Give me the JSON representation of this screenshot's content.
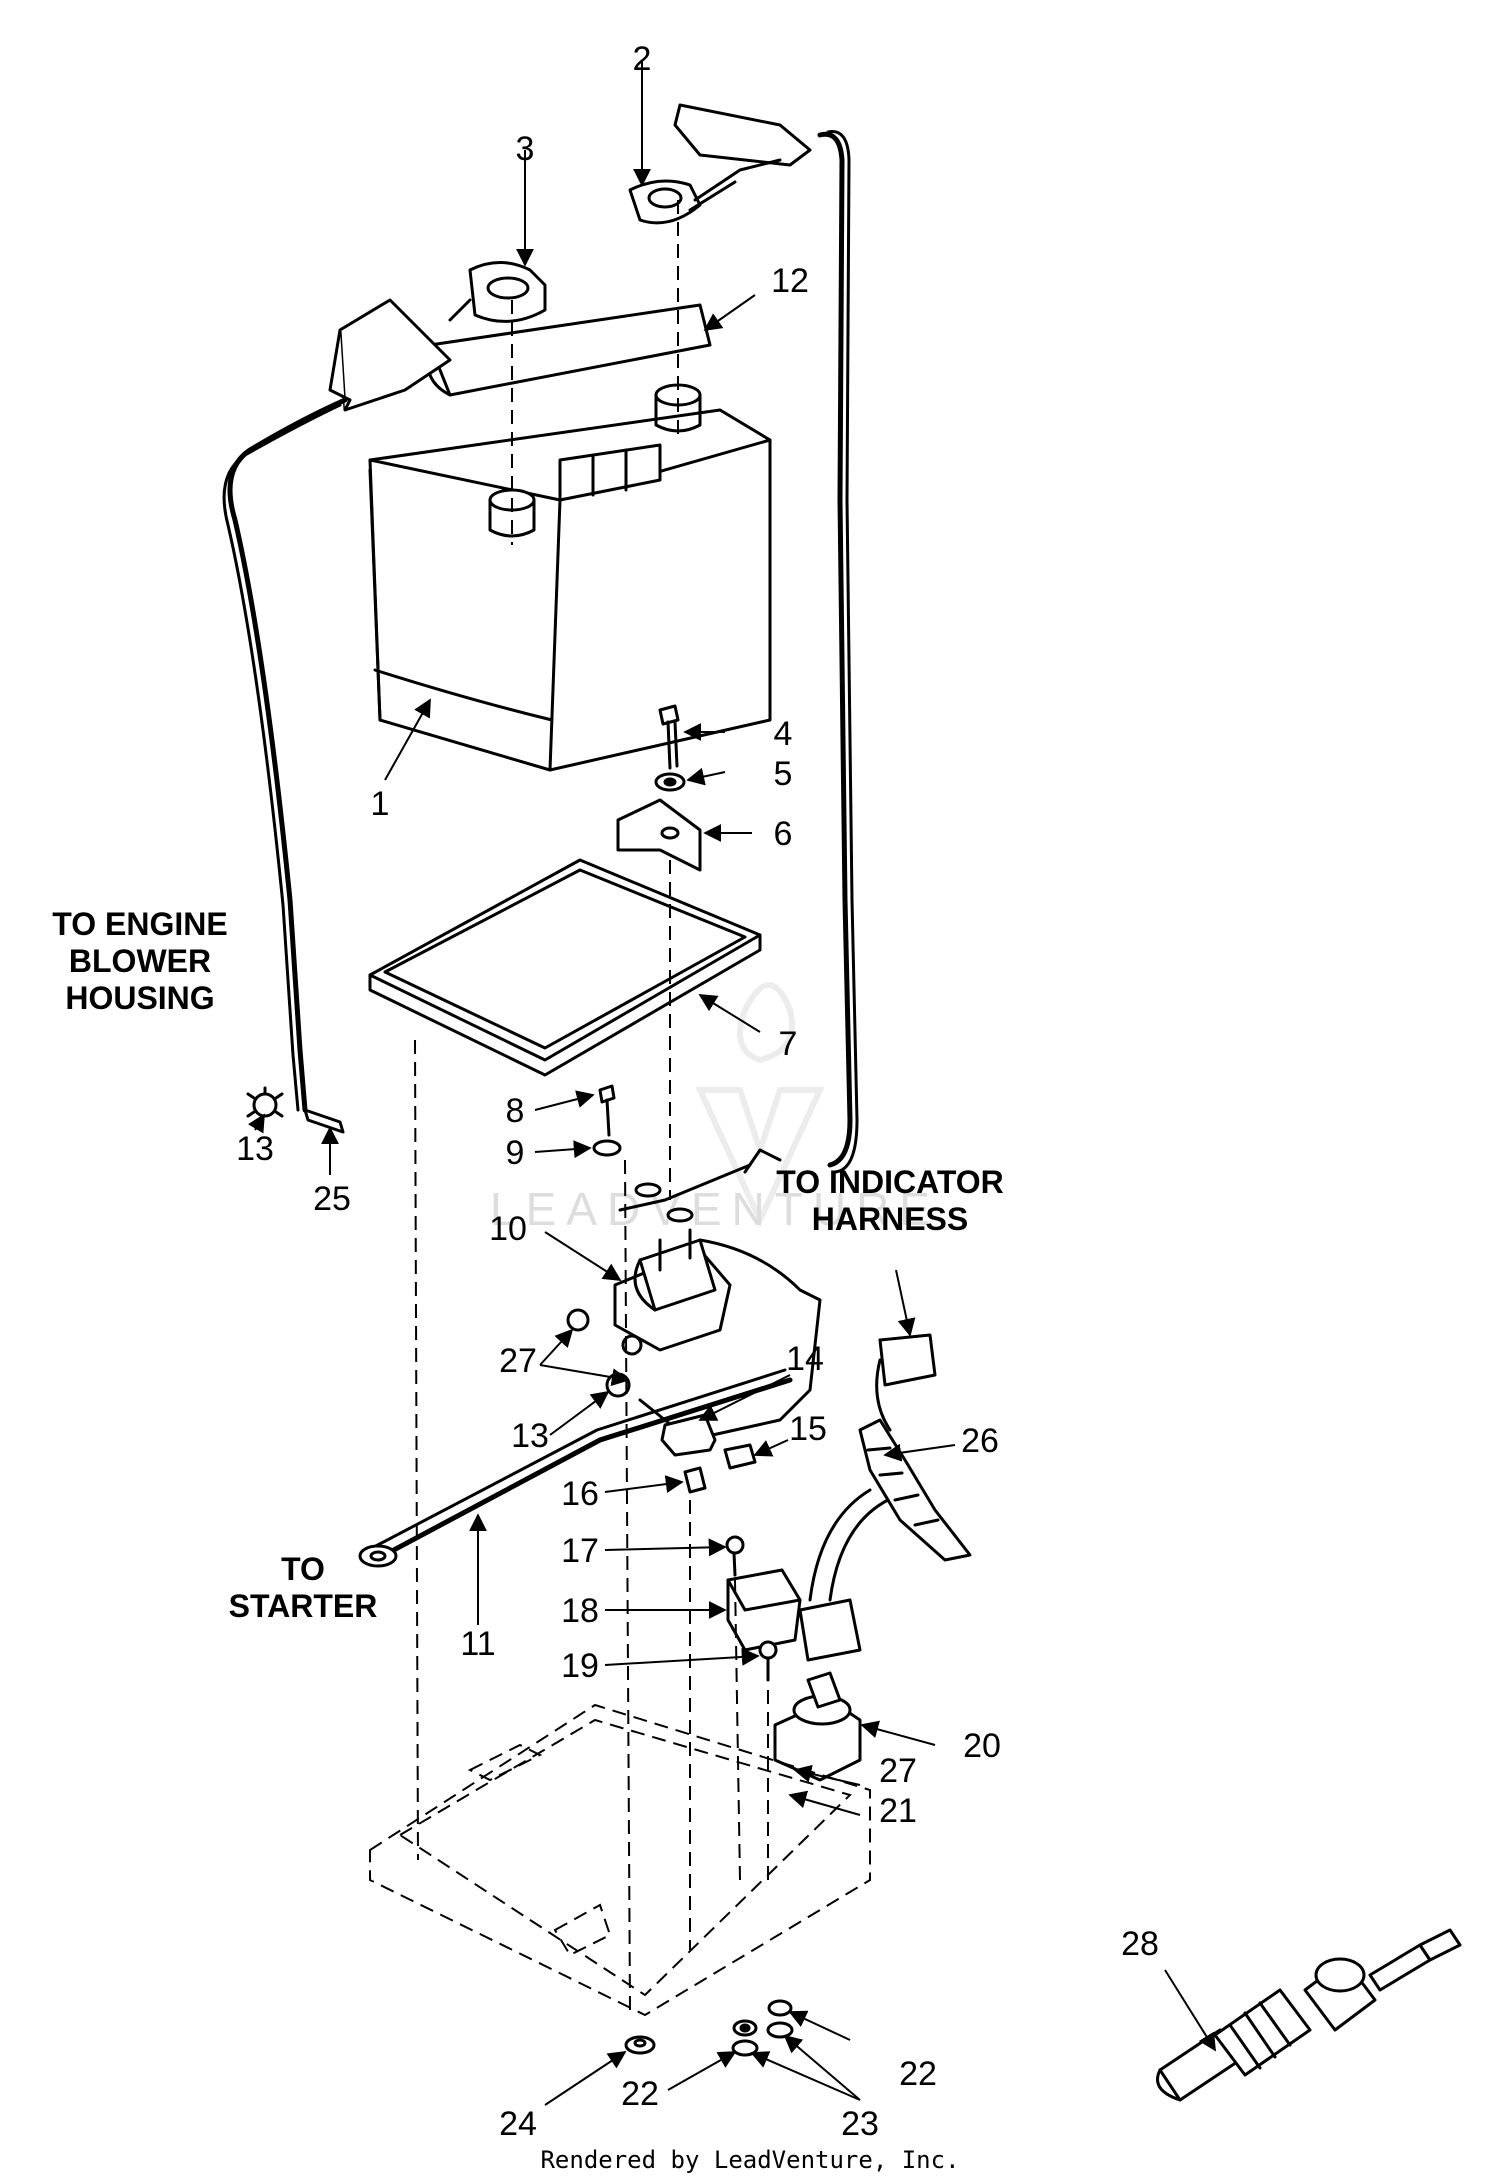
{
  "headings": {
    "engine_housing": [
      "TO ENGINE",
      "BLOWER",
      "HOUSING"
    ],
    "indicator_harness": [
      "TO INDICATOR",
      "HARNESS"
    ],
    "starter": [
      "TO",
      "STARTER"
    ]
  },
  "callouts": [
    "1",
    "2",
    "3",
    "4",
    "5",
    "6",
    "7",
    "8",
    "9",
    "10",
    "11",
    "12",
    "13",
    "13",
    "14",
    "15",
    "16",
    "17",
    "18",
    "19",
    "20",
    "21",
    "22",
    "22",
    "23",
    "24",
    "25",
    "26",
    "27",
    "27",
    "28"
  ],
  "watermark": "LEADVENTURE",
  "footer": "Rendered by LeadVenture, Inc."
}
